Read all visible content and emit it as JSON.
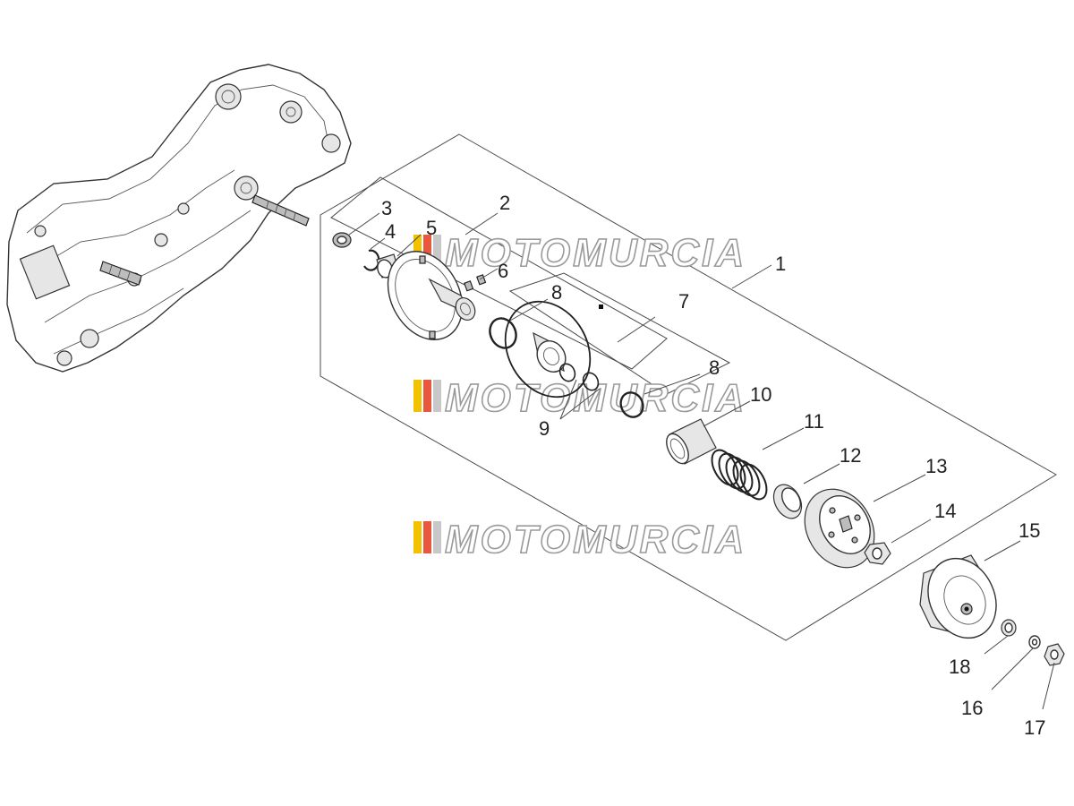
{
  "watermark": {
    "text": "MOTOMURCIA",
    "stripe_colors": [
      "#f2c200",
      "#e9573f",
      "#c8c8c8"
    ]
  },
  "callouts": [
    {
      "id": "1",
      "label": "1"
    },
    {
      "id": "2",
      "label": "2"
    },
    {
      "id": "3",
      "label": "3"
    },
    {
      "id": "4",
      "label": "4"
    },
    {
      "id": "5",
      "label": "5"
    },
    {
      "id": "6",
      "label": "6"
    },
    {
      "id": "7",
      "label": "7"
    },
    {
      "id": "8a",
      "label": "8"
    },
    {
      "id": "8b",
      "label": "8"
    },
    {
      "id": "9",
      "label": "9"
    },
    {
      "id": "10",
      "label": "10"
    },
    {
      "id": "11",
      "label": "11"
    },
    {
      "id": "12",
      "label": "12"
    },
    {
      "id": "13",
      "label": "13"
    },
    {
      "id": "14",
      "label": "14"
    },
    {
      "id": "15",
      "label": "15"
    },
    {
      "id": "16",
      "label": "16"
    },
    {
      "id": "17",
      "label": "17"
    },
    {
      "id": "18",
      "label": "18"
    }
  ]
}
